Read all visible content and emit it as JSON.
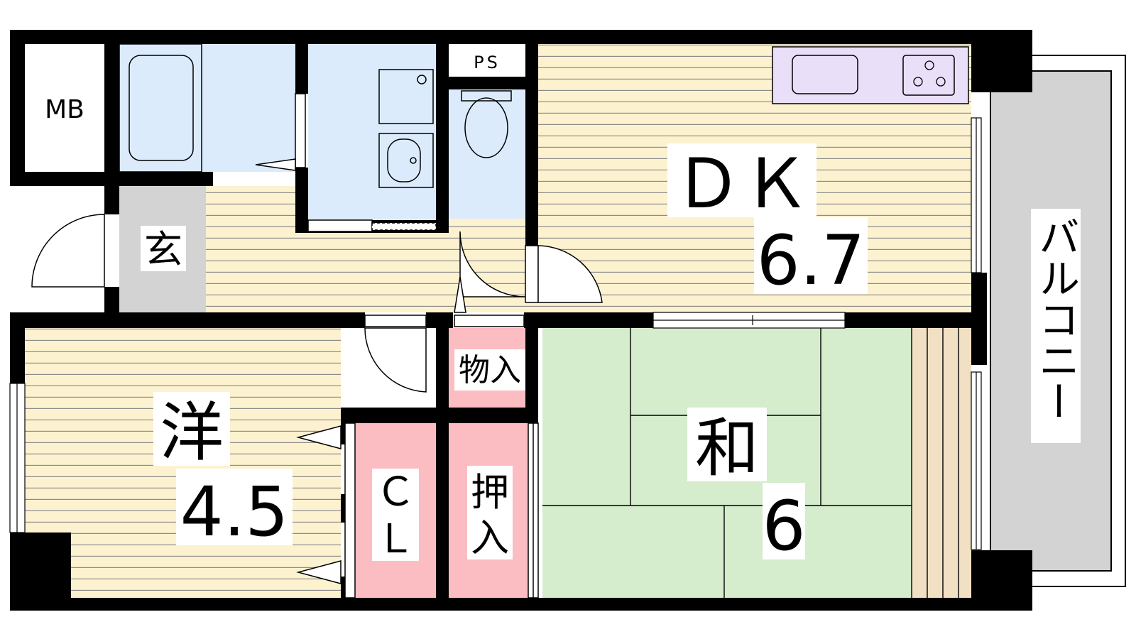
{
  "rooms": {
    "mb": {
      "label": "MB"
    },
    "ps": {
      "label": "PS"
    },
    "genkan": {
      "label": "玄"
    },
    "dk": {
      "name": "ＤＫ",
      "size": "6.7"
    },
    "western": {
      "name": "洋",
      "size": "4.5"
    },
    "japanese": {
      "name": "和",
      "size": "6"
    },
    "storage": {
      "label": "物入"
    },
    "closet": {
      "line1": "Ｃ",
      "line2": "Ｌ"
    },
    "oshiire": {
      "line1": "押",
      "line2": "入"
    },
    "balcony": {
      "label": "バルコニー"
    }
  },
  "colors": {
    "wall": "#000000",
    "wood_floor": "#fdf2d0",
    "wood_line": "#8c8c8c",
    "wet_area": "#dcebfc",
    "tatami": "#d5eccd",
    "closet": "#fbbcc2",
    "kitchen": "#eadff8",
    "genkan": "#d3d3d3",
    "balcony": "#d3d3d3"
  }
}
